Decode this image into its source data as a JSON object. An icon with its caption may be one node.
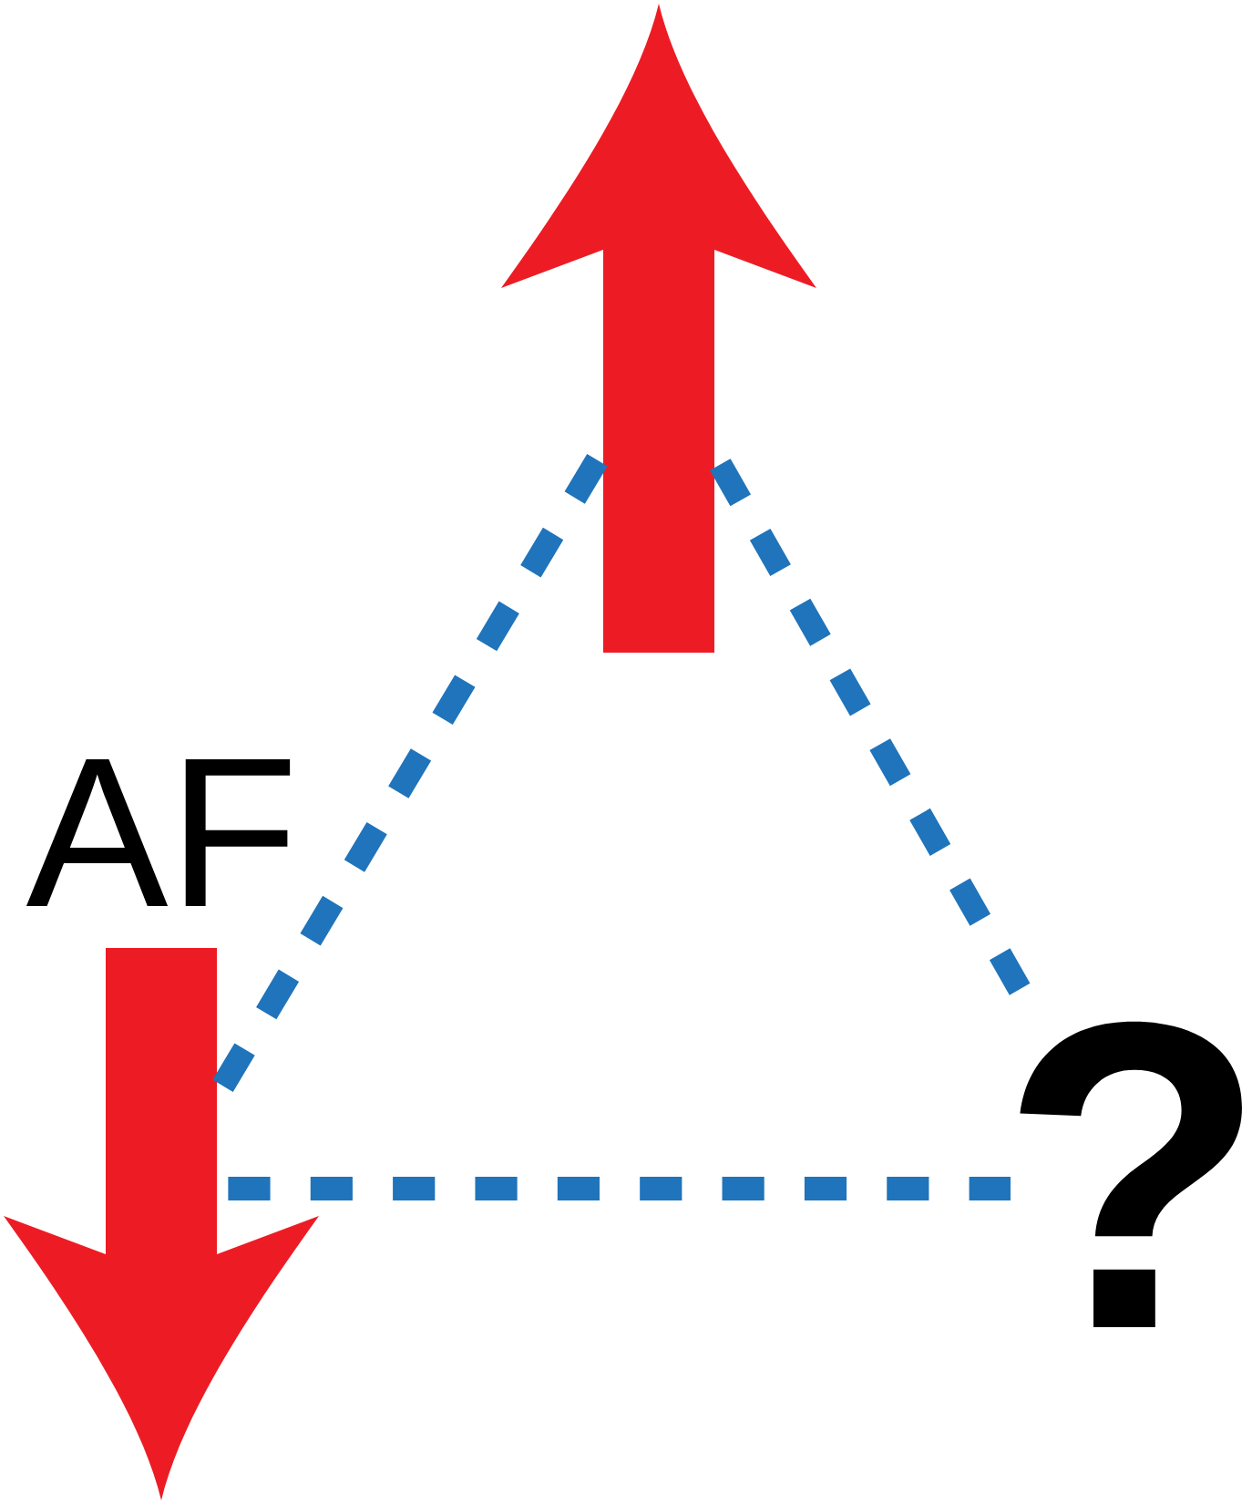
{
  "diagram": {
    "nodes": [
      {
        "text": [],
        "shape": "arrow"
      },
      {
        "text": [],
        "shape": "arrow"
      },
      {
        "text": [
          "?"
        ]
      }
    ],
    "edges": [
      {
        "from": 0,
        "to": 1,
        "arrow": "none",
        "style": "dashed"
      },
      {
        "from": 0,
        "to": 2,
        "arrow": "none",
        "style": "dashed"
      },
      {
        "from": 1,
        "to": 2,
        "arrow": "none",
        "style": "dashed"
      }
    ],
    "labels": [
      "AF"
    ]
  }
}
